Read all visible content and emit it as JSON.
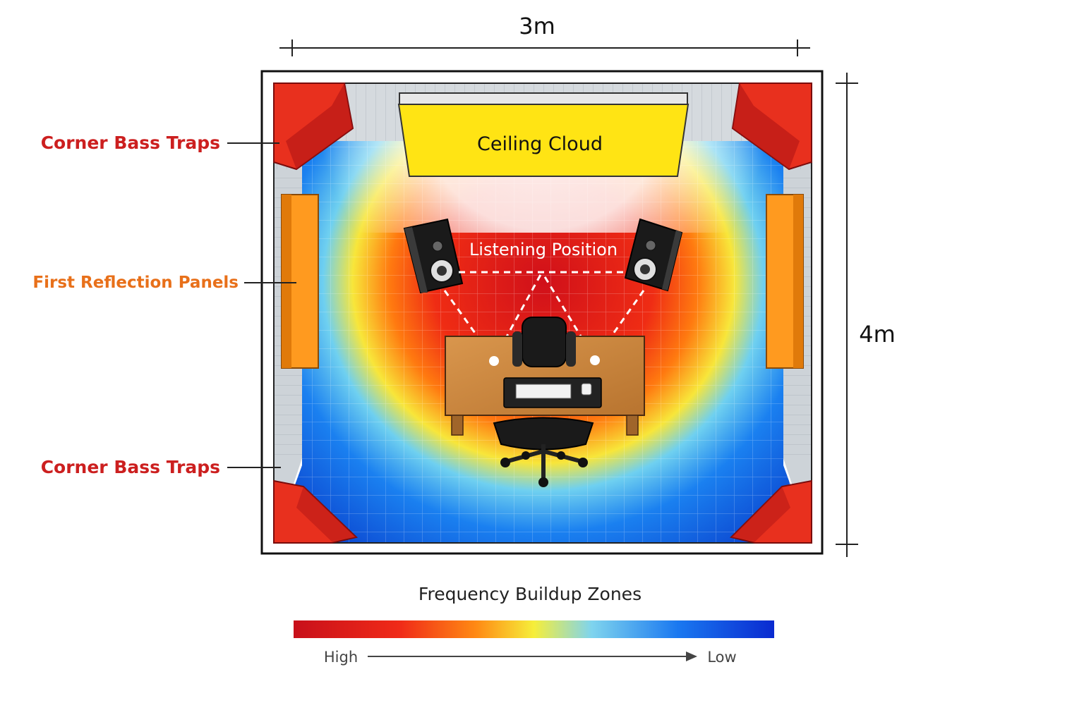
{
  "dimensions": {
    "width_label": "3m",
    "depth_label": "4m"
  },
  "ceiling_cloud": {
    "label": "Ceiling Cloud"
  },
  "listening_position": {
    "label": "Listening Position"
  },
  "callouts": {
    "top_bass_traps": "Corner Bass Traps",
    "reflection_panels": "First Reflection Panels",
    "bottom_bass_traps": "Corner Bass Traps"
  },
  "legend": {
    "title": "Frequency Buildup Zones",
    "high": "High",
    "low": "Low"
  },
  "colors": {
    "bass_trap": "#e8301e",
    "bass_trap_dark": "#b01010",
    "reflection_panel": "#ff9a1f",
    "ceiling_cloud": "#ffe414",
    "callout_red": "#cc1f1f",
    "callout_orange": "#e8701a",
    "heat_high": "#d4101c",
    "heat_mid": "#f6e73a",
    "heat_low": "#0a3fd0"
  }
}
